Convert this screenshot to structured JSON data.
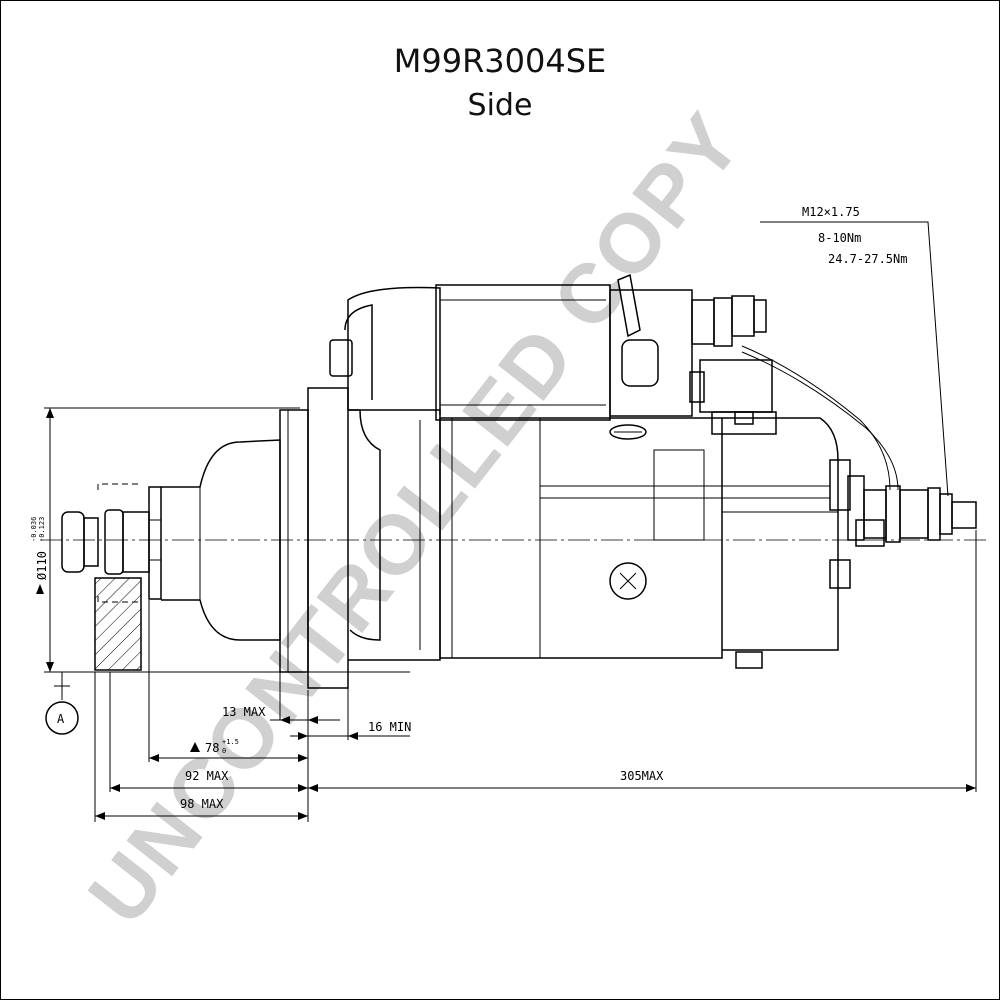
{
  "title": {
    "part_number": "M99R3004SE",
    "view": "Side"
  },
  "watermark": "UNCONTROLLED COPY",
  "annotations": {
    "thread": "M12×1.75",
    "torque_nm": "8-10Nm",
    "torque_alt": "24.7-27.5Nm",
    "diameter": "Ø110",
    "diameter_tol_upper": "-0.036",
    "diameter_tol_lower": "-0.123",
    "datum": "A",
    "dim_13": "13 MAX",
    "dim_16": "16 MIN",
    "dim_78": "78",
    "dim_78_tol_upper": "+1.5",
    "dim_78_tol_lower": "0",
    "dim_92": "92 MAX",
    "dim_98": "98 MAX",
    "dim_305": "305MAX"
  },
  "colors": {
    "line": "#000000",
    "watermark": "#d0d0d0",
    "background": "#ffffff"
  }
}
